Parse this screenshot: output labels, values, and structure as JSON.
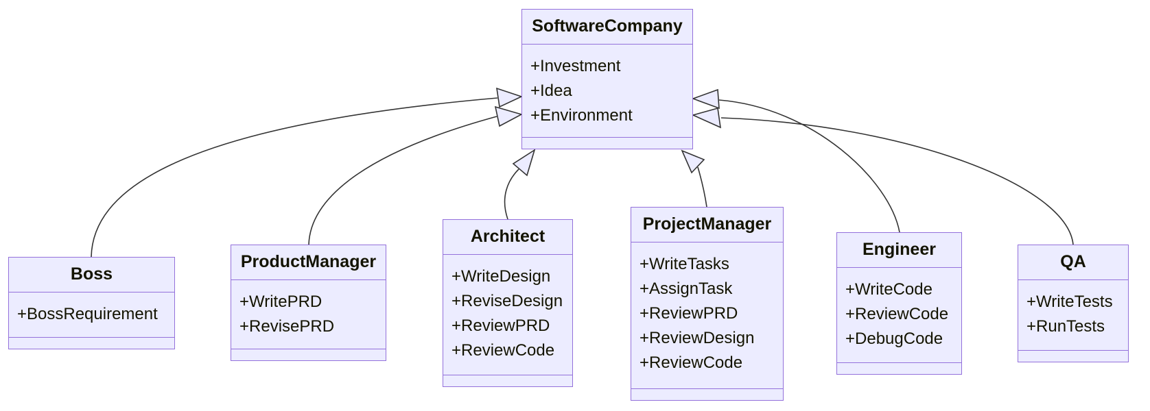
{
  "colors": {
    "box_fill": "#ECECFF",
    "box_border": "#9370DB",
    "connector": "#333333",
    "text": "#131300",
    "background": "#FFFFFF"
  },
  "classes": [
    {
      "name": "SoftwareCompany",
      "attributes": [
        "+Investment",
        "+Idea",
        "+Environment"
      ]
    },
    {
      "name": "Boss",
      "attributes": [
        "+BossRequirement"
      ]
    },
    {
      "name": "ProductManager",
      "attributes": [
        "+WritePRD",
        "+RevisePRD"
      ]
    },
    {
      "name": "Architect",
      "attributes": [
        "+WriteDesign",
        "+ReviseDesign",
        "+ReviewPRD",
        "+ReviewCode"
      ]
    },
    {
      "name": "ProjectManager",
      "attributes": [
        "+WriteTasks",
        "+AssignTask",
        "+ReviewPRD",
        "+ReviewDesign",
        "+ReviewCode"
      ]
    },
    {
      "name": "Engineer",
      "attributes": [
        "+WriteCode",
        "+ReviewCode",
        "+DebugCode"
      ]
    },
    {
      "name": "QA",
      "attributes": [
        "+WriteTests",
        "+RunTests"
      ]
    }
  ],
  "relations": [
    {
      "from": "Boss",
      "to": "SoftwareCompany",
      "type": "inheritance"
    },
    {
      "from": "ProductManager",
      "to": "SoftwareCompany",
      "type": "inheritance"
    },
    {
      "from": "Architect",
      "to": "SoftwareCompany",
      "type": "inheritance"
    },
    {
      "from": "ProjectManager",
      "to": "SoftwareCompany",
      "type": "inheritance"
    },
    {
      "from": "Engineer",
      "to": "SoftwareCompany",
      "type": "inheritance"
    },
    {
      "from": "QA",
      "to": "SoftwareCompany",
      "type": "inheritance"
    }
  ]
}
